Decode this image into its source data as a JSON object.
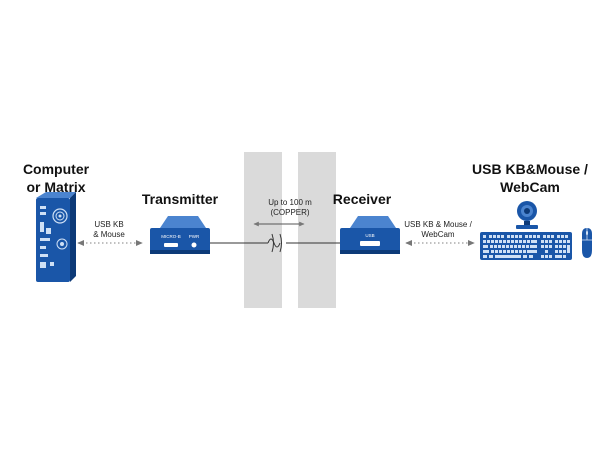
{
  "headings": {
    "computer": [
      "Computer",
      "or Matrix"
    ],
    "transmitter": "Transmitter",
    "receiver": "Receiver",
    "peripherals": [
      "USB KB&Mouse /",
      "WebCam"
    ]
  },
  "labels": {
    "left_link": [
      "USB KB",
      "& Mouse"
    ],
    "distance": [
      "Up to 100 m",
      "(COPPER)"
    ],
    "right_link": [
      "USB KB & Mouse /",
      "WebCam"
    ]
  },
  "devices": {
    "transmitter_ports": [
      "MICRO-B",
      "PWR"
    ],
    "receiver_port": "USB"
  },
  "colors": {
    "device_blue": "#1a56a8",
    "device_dark": "#0d3a78",
    "wall_gray": "#dadada",
    "line": "#333333",
    "dotted": "#9a9a9a"
  }
}
